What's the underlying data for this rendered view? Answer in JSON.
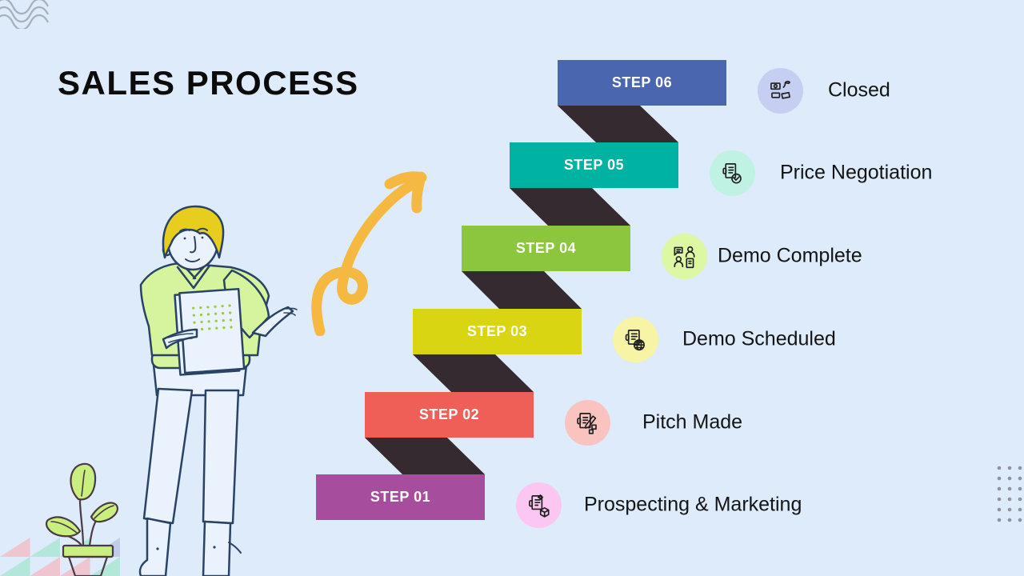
{
  "title": "SALES PROCESS",
  "background_color": "#ddebfa",
  "shadow_color": "#342a2f",
  "steps": [
    {
      "label": "STEP 01",
      "name": "Prospecting & Marketing",
      "bar_color": "#a74d9e",
      "icon_bg": "#fbc7f2",
      "icon": "document-box-icon"
    },
    {
      "label": "STEP 02",
      "name": "Pitch Made",
      "bar_color": "#ef5f57",
      "icon_bg": "#f9c3bf",
      "icon": "document-pencil-icon"
    },
    {
      "label": "STEP 03",
      "name": "Demo Scheduled",
      "bar_color": "#d9d513",
      "icon_bg": "#f8f4a6",
      "icon": "document-globe-icon"
    },
    {
      "label": "STEP 04",
      "name": "Demo Complete",
      "bar_color": "#8cc63c",
      "icon_bg": "#def7a3",
      "icon": "people-chat-icon"
    },
    {
      "label": "STEP 05",
      "name": "Price Negotiation",
      "bar_color": "#00b2a1",
      "icon_bg": "#c0f2e3",
      "icon": "document-check-icon"
    },
    {
      "label": "STEP 06",
      "name": "Closed",
      "bar_color": "#4a66ae",
      "icon_bg": "#c6cff1",
      "icon": "money-stack-icon"
    }
  ],
  "decorations": {
    "arrow_color": "#f5b942",
    "triangle_colors": [
      "#edc6cf",
      "#b2e7da",
      "#c2cbe9"
    ],
    "dot_color": "#8e939e",
    "wave_color": "#a9b0bb",
    "illustration": {
      "outline": "#2a4365",
      "sweater": "#d6f49e",
      "hair": "#e7cd1e",
      "skin_fill": "#e9f2fd",
      "leaf": "#c9f07e",
      "plant_outline": "#4a3a45",
      "paper_dots": "#9fcb3b"
    }
  }
}
